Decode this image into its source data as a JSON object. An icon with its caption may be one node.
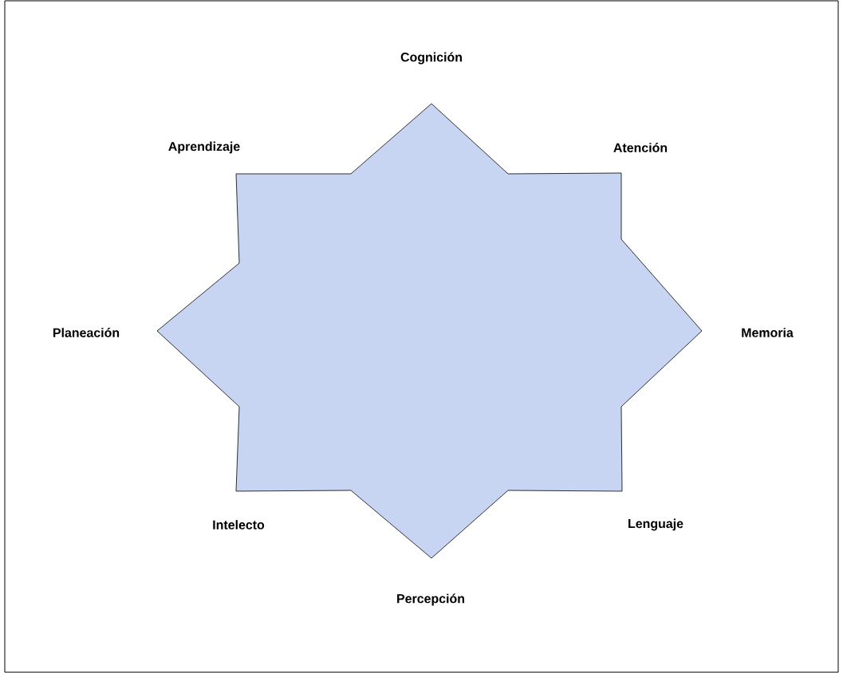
{
  "diagram": {
    "labels": [
      "Cognición",
      "Aprendizaje",
      "Atención",
      "Planeación",
      "Memoria",
      "Intelecto",
      "Lenguaje",
      "Percepción"
    ]
  }
}
